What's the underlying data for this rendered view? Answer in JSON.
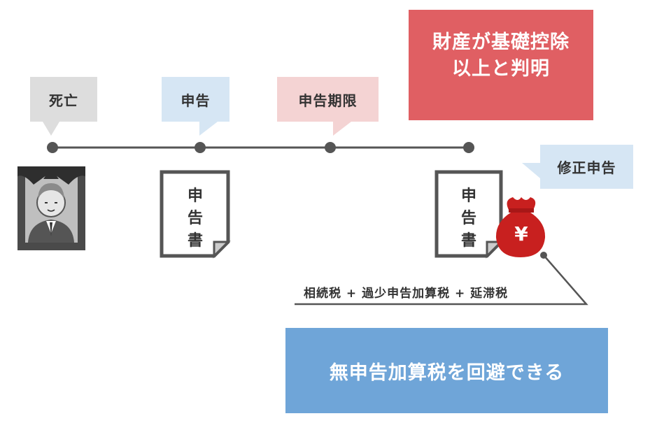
{
  "timeline": {
    "events": [
      {
        "label": "死亡"
      },
      {
        "label": "申告"
      },
      {
        "label": "申告期限"
      },
      {
        "label_line1": "財産が基礎控除",
        "label_line2": "以上と判明"
      }
    ],
    "amendment_label": "修正申告"
  },
  "documents": {
    "filing": {
      "chars": [
        "申",
        "告",
        "書"
      ]
    },
    "amendment": {
      "chars": [
        "申",
        "告",
        "書"
      ]
    }
  },
  "money_bag": {
    "symbol": "¥"
  },
  "penalty_text": "相続税 + 過少申告加算税 + 延滞税",
  "result_text": "無申告加算税を回避できる",
  "colors": {
    "gray_callout": "#dddddd",
    "blue_callout": "#d6e6f4",
    "pink_callout": "#f4d3d3",
    "red_callout": "#e05f63",
    "result_box": "#6fa5d8",
    "line": "#555555",
    "money_bag": "#c8201f"
  }
}
